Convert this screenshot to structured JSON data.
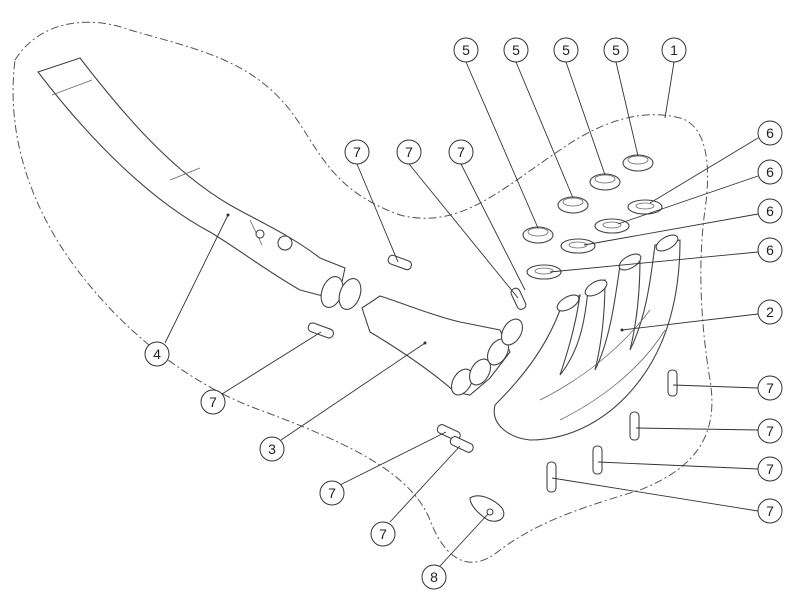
{
  "diagram": {
    "title": "Exhaust system exploded view",
    "callouts": {
      "c5a": "5",
      "c5b": "5",
      "c5c": "5",
      "c5d": "5",
      "c1": "1",
      "c6a": "6",
      "c6b": "6",
      "c6c": "6",
      "c6d": "6",
      "c7a": "7",
      "c7b": "7",
      "c7c": "7",
      "c2": "2",
      "c4": "4",
      "c7d": "7",
      "c3": "3",
      "c7e": "7",
      "c7f": "7",
      "c7g": "7",
      "c7h": "7",
      "c7i": "7",
      "c7j": "7",
      "c8": "8"
    },
    "line_color": "#444444",
    "background": "#ffffff"
  }
}
